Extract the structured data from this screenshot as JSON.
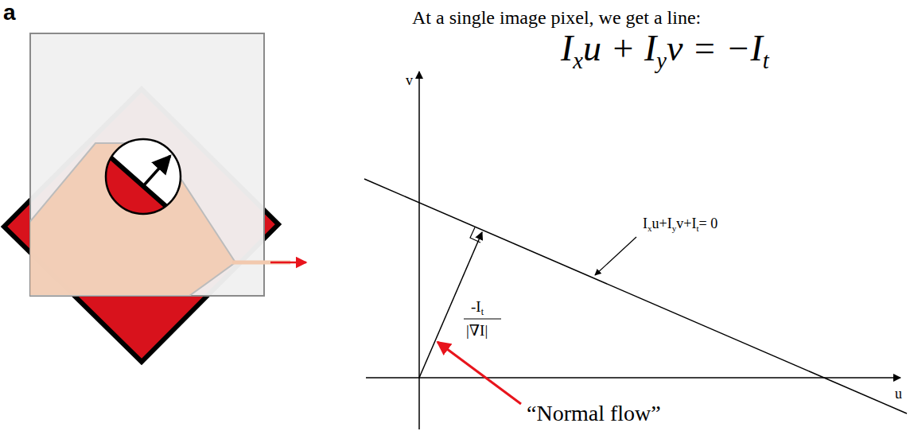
{
  "diagram": {
    "labels": [
      "a",
      "At a single image pixel, we get a line:",
      "I",
      "x",
      "u + I",
      "y",
      "v = −I",
      "t",
      "v",
      "u",
      "I",
      "x",
      "u+I",
      "y",
      "v+I",
      "t",
      "= 0",
      "-I",
      "t",
      "|∇I|",
      "“Normal flow”"
    ]
  }
}
